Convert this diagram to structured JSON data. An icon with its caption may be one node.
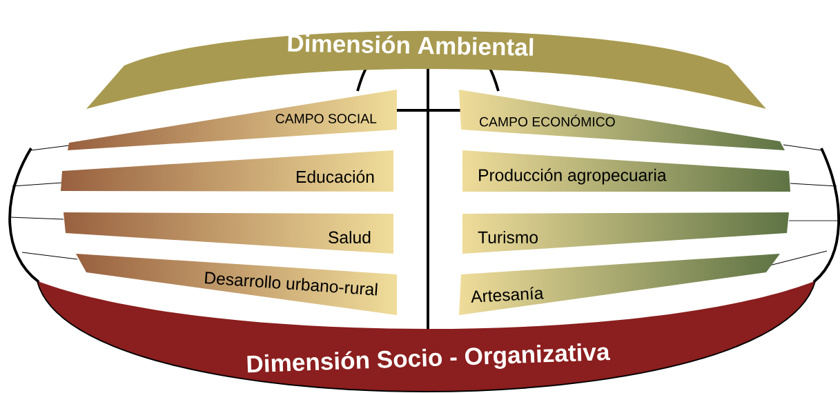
{
  "diagram": {
    "nodes": [
      {
        "text": [
          "Dimensión Ambiental"
        ]
      },
      {
        "text": [
          "CAMPO SOCIAL"
        ]
      },
      {
        "text": [
          "CAMPO ECONÓMICO"
        ]
      },
      {
        "text": [
          "Educación"
        ]
      },
      {
        "text": [
          "Producción agropecuaria"
        ]
      },
      {
        "text": [
          "Salud"
        ]
      },
      {
        "text": [
          "Turismo"
        ]
      },
      {
        "text": [
          "Desarrollo urbano-rural"
        ]
      },
      {
        "text": [
          "Artesanía"
        ]
      },
      {
        "text": [
          "Dimensión Socio - Organizativa"
        ]
      }
    ]
  }
}
